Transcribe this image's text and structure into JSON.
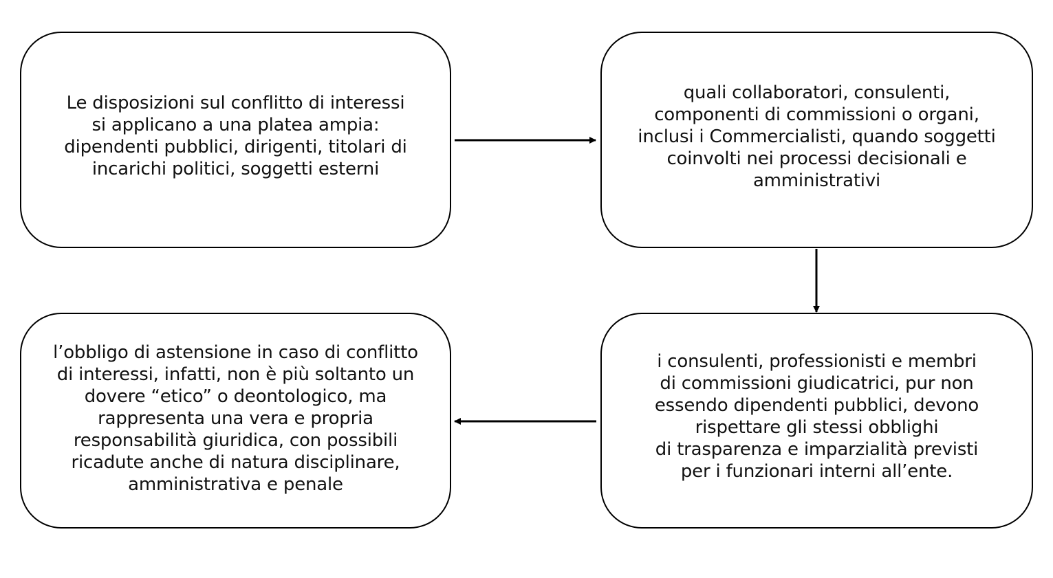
{
  "diagram": {
    "boxes": [
      {
        "id": "box-1",
        "text": "Le disposizioni sul conflitto di interessi\nsi applicano a una platea ampia:\ndipendenti pubblici, dirigenti, titolari di\nincarichi politici, soggetti esterni"
      },
      {
        "id": "box-2",
        "text": "quali collaboratori, consulenti,\ncomponenti di commissioni o organi,\ninclusi i Commercialisti, quando soggetti\ncoinvolti nei processi decisionali e\namministrativi"
      },
      {
        "id": "box-3",
        "text": "i consulenti, professionisti e membri\ndi commissioni giudicatrici, pur non\nessendo dipendenti pubblici, devono\nrispettare gli stessi obblighi\ndi trasparenza e imparzialità previsti\nper i funzionari interni all’ente."
      },
      {
        "id": "box-4",
        "text": "l’obbligo di astensione in caso di conflitto\ndi interessi, infatti, non è più soltanto un\ndovere “etico” o deontologico, ma\nrappresenta una vera e propria\nresponsabilità giuridica, con possibili\nricadute anche di natura disciplinare,\namministrativa e penale"
      }
    ],
    "connections": [
      {
        "from": "box-1",
        "to": "box-2",
        "direction": "right"
      },
      {
        "from": "box-2",
        "to": "box-3",
        "direction": "down"
      },
      {
        "from": "box-3",
        "to": "box-4",
        "direction": "left"
      }
    ],
    "colors": {
      "stroke": "#000000",
      "text": "#111111",
      "background": "#ffffff"
    }
  }
}
